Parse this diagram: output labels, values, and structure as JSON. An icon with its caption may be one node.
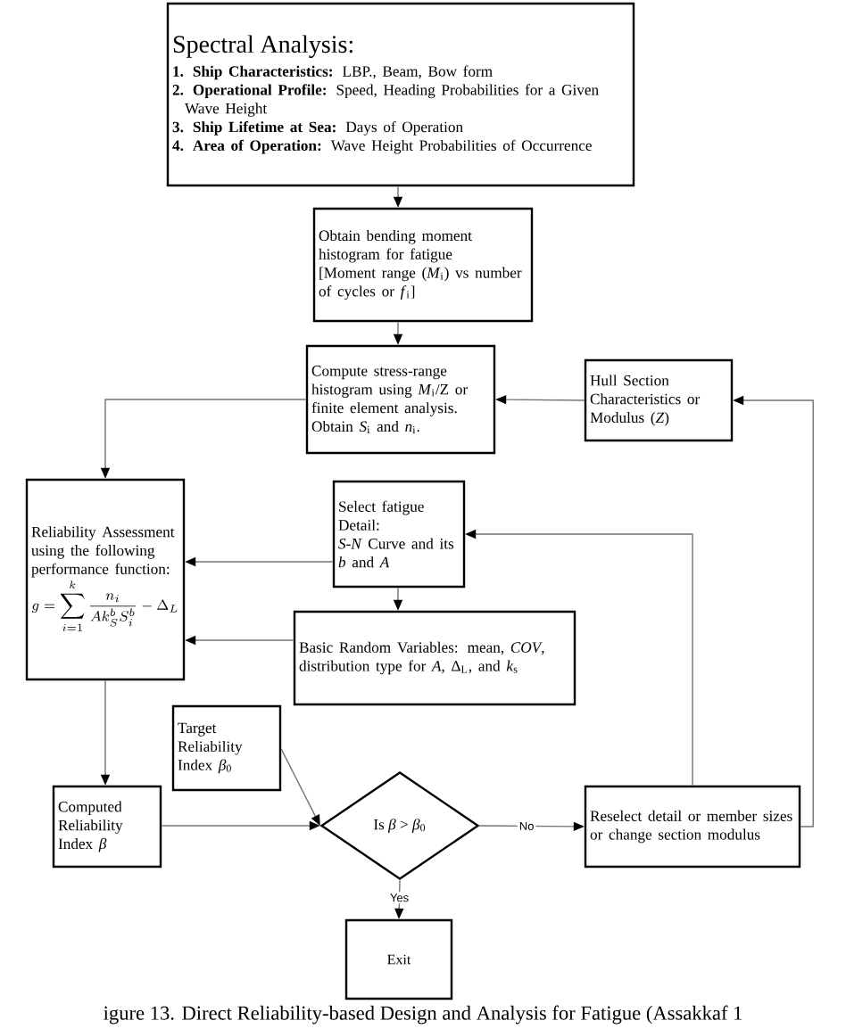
{
  "diagram": {
    "caption": "igure 13. Direct Reliability-based Design and Analysis for Fatigue (Assakkaf 1",
    "nodes": [
      {
        "text": [
          "Spectral Analysis:",
          "**1. Ship Characteristics:** LBP., Beam, Bow form",
          "**2. Operational Profile:** Speed, Heading Probabilities for a Given Wave Height",
          "**3. Ship Lifetime at Sea:** Days of Operation",
          "**4. Area of Operation:** Wave Height Probabilities of Occurrence"
        ]
      },
      {
        "text": [
          "Obtain bending moment histogram for fatigue",
          "[Moment range (*M*$_{i}$) vs number of cycles or *f*$_{i}$]"
        ]
      },
      {
        "text": [
          "Compute stress-range histogram using *M*$_{i}$/Z or finite element analysis. Obtain *S*$_{i}$ and *n*$_{i}$."
        ]
      },
      {
        "text": [
          "Hull Section Characteristics or Modulus (*Z*)"
        ]
      },
      {
        "text": [
          "Reliability Assessment using the following performance function:",
          "g = \\sum_{i=1}^{k} \\frac{n_i}{A k_S^b S_i^b} - \\Delta_L"
        ]
      },
      {
        "text": [
          "Select fatigue Detail:",
          "*S-N* Curve and its *b* and *A*"
        ]
      },
      {
        "text": [
          "Basic Random Variables: mean, *COV*, distribution type for *A*, Δ$_{L}$, and *k*$_{s}$"
        ]
      },
      {
        "text": [
          "Target Reliability Index *β*$_{0}$"
        ]
      },
      {
        "text": [
          "Computed Reliability Index *β*"
        ]
      },
      {
        "text": [
          "Is *β* > *β*$_{0}$"
        ]
      },
      {
        "text": [
          "Reselect detail or member sizes or change section modulus"
        ]
      },
      {
        "text": [
          "Exit"
        ]
      }
    ],
    "edges": [
      {
        "from": 0,
        "to": 1,
        "arrow": "to"
      },
      {
        "from": 1,
        "to": 2,
        "arrow": "to"
      },
      {
        "from": 3,
        "to": 2,
        "arrow": "to"
      },
      {
        "from": 2,
        "to": 4,
        "arrow": "to"
      },
      {
        "from": 5,
        "to": 4,
        "arrow": "to"
      },
      {
        "from": 6,
        "to": 4,
        "arrow": "to"
      },
      {
        "from": 5,
        "to": 6,
        "arrow": "to"
      },
      {
        "from": 4,
        "to": 8,
        "arrow": "to"
      },
      {
        "from": 8,
        "to": 9,
        "arrow": "to"
      },
      {
        "from": 7,
        "to": 9,
        "arrow": "to"
      },
      {
        "from": 9,
        "to": 10,
        "arrow": "to",
        "label": "No"
      },
      {
        "from": 9,
        "to": 11,
        "arrow": "to",
        "label": "Yes"
      },
      {
        "from": 10,
        "to": 5,
        "arrow": "to"
      },
      {
        "from": 10,
        "to": 3,
        "arrow": "to"
      }
    ]
  }
}
